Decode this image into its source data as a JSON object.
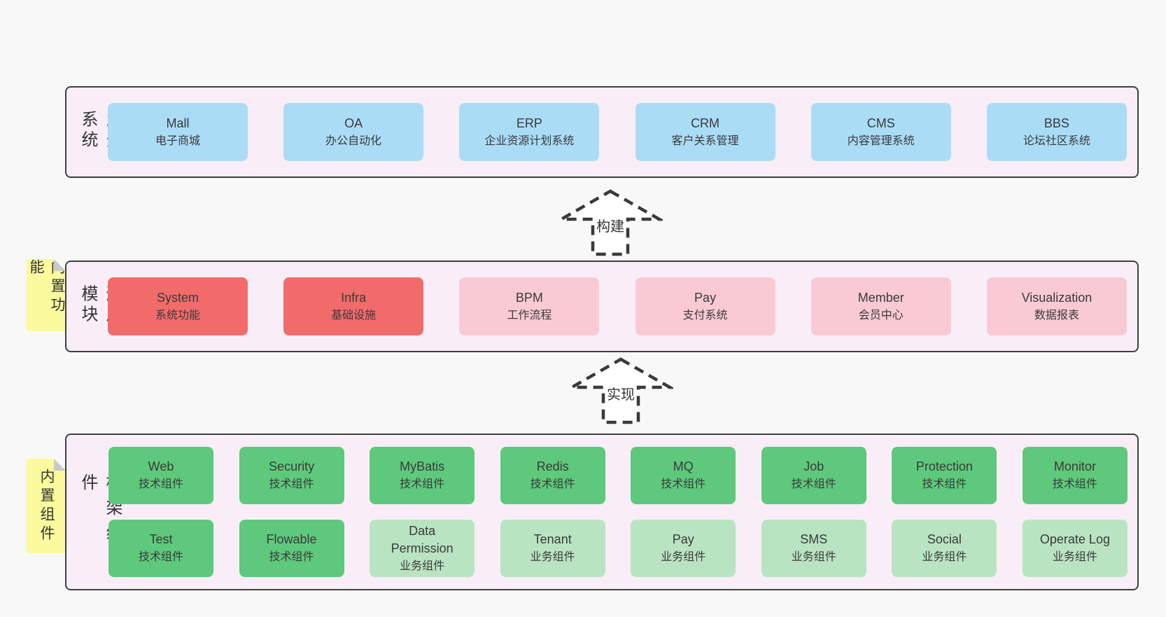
{
  "colors": {
    "page_bg": "#f8f8f8",
    "panel_bg": "#f9eef7",
    "panel_border": "#3f3f3f",
    "blue_box": "#aadcf6",
    "red_box": "#f26b6b",
    "pink_box": "#f9cad4",
    "green_box": "#5ec97c",
    "light_green_box": "#b9e4c2",
    "sticky_bg": "#fbfa9d",
    "sticky_fold": "#c9c9c9",
    "text": "#3a3a3a"
  },
  "business": {
    "side_label": "业务系统",
    "boxes": [
      {
        "title": "Mall",
        "subtitle": "电子商城",
        "variant": "blue"
      },
      {
        "title": "OA",
        "subtitle": "办公自动化",
        "variant": "blue"
      },
      {
        "title": "ERP",
        "subtitle": "企业资源计划系统",
        "variant": "blue"
      },
      {
        "title": "CRM",
        "subtitle": "客户关系管理",
        "variant": "blue"
      },
      {
        "title": "CMS",
        "subtitle": "内容管理系统",
        "variant": "blue"
      },
      {
        "title": "BBS",
        "subtitle": "论坛社区系统",
        "variant": "blue"
      }
    ]
  },
  "arrows": [
    {
      "label": "构建"
    },
    {
      "label": "实现"
    }
  ],
  "modules": {
    "side_label": "通用模块",
    "sticky_label": "内置功能",
    "boxes": [
      {
        "title": "System",
        "subtitle": "系统功能",
        "variant": "red"
      },
      {
        "title": "Infra",
        "subtitle": "基础设施",
        "variant": "red"
      },
      {
        "title": "BPM",
        "subtitle": "工作流程",
        "variant": "pink"
      },
      {
        "title": "Pay",
        "subtitle": "支付系统",
        "variant": "pink"
      },
      {
        "title": "Member",
        "subtitle": "会员中心",
        "variant": "pink"
      },
      {
        "title": "Visualization",
        "subtitle": "数据报表",
        "variant": "pink"
      }
    ]
  },
  "framework": {
    "side_label": "框架组件",
    "sticky_label": "内置组件",
    "rows": [
      [
        {
          "title": "Web",
          "subtitle": "技术组件",
          "variant": "green"
        },
        {
          "title": "Security",
          "subtitle": "技术组件",
          "variant": "green"
        },
        {
          "title": "MyBatis",
          "subtitle": "技术组件",
          "variant": "green"
        },
        {
          "title": "Redis",
          "subtitle": "技术组件",
          "variant": "green"
        },
        {
          "title": "MQ",
          "subtitle": "技术组件",
          "variant": "green"
        },
        {
          "title": "Job",
          "subtitle": "技术组件",
          "variant": "green"
        },
        {
          "title": "Protection",
          "subtitle": "技术组件",
          "variant": "green"
        },
        {
          "title": "Monitor",
          "subtitle": "技术组件",
          "variant": "green"
        }
      ],
      [
        {
          "title": "Test",
          "subtitle": "技术组件",
          "variant": "green"
        },
        {
          "title": "Flowable",
          "subtitle": "技术组件",
          "variant": "green"
        },
        {
          "title": "Data Permission",
          "subtitle": "业务组件",
          "variant": "light-green"
        },
        {
          "title": "Tenant",
          "subtitle": "业务组件",
          "variant": "light-green"
        },
        {
          "title": "Pay",
          "subtitle": "业务组件",
          "variant": "light-green"
        },
        {
          "title": "SMS",
          "subtitle": "业务组件",
          "variant": "light-green"
        },
        {
          "title": "Social",
          "subtitle": "业务组件",
          "variant": "light-green"
        },
        {
          "title": "Operate Log",
          "subtitle": "业务组件",
          "variant": "light-green"
        }
      ]
    ]
  }
}
